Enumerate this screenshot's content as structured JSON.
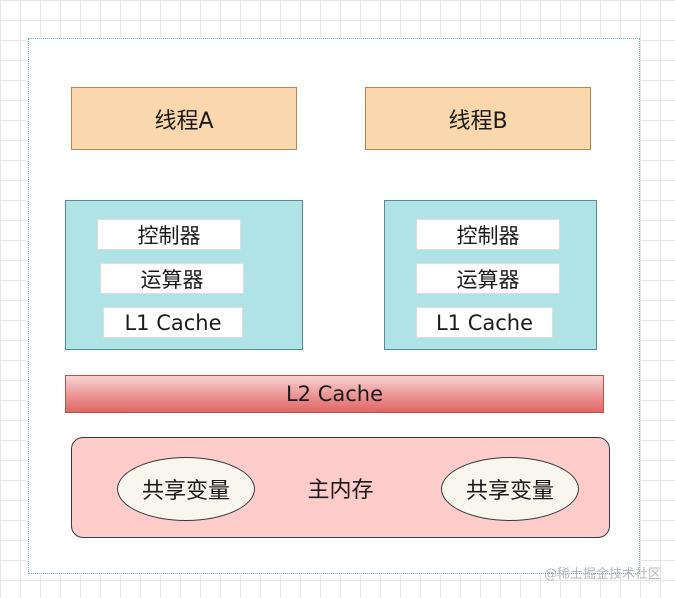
{
  "threads": [
    {
      "label": "线程A"
    },
    {
      "label": "线程B"
    }
  ],
  "cores": [
    {
      "control_unit": "控制器",
      "alu": "运算器",
      "l1_cache": "L1 Cache"
    },
    {
      "control_unit": "控制器",
      "alu": "运算器",
      "l1_cache": "L1 Cache"
    }
  ],
  "l2_cache": {
    "label": "L2 Cache"
  },
  "main_memory": {
    "label": "主内存",
    "shared_variables": [
      "共享变量",
      "共享变量"
    ]
  },
  "watermark": "@稀土掘金技术社区",
  "colors": {
    "thread_fill": "#fad7ac",
    "core_fill": "#b0e3e6",
    "l2_fill": "#ea8e8e",
    "memory_fill": "#ffcccc",
    "shared_fill": "#f9f7ed",
    "frame_border": "#6aa6d6"
  }
}
